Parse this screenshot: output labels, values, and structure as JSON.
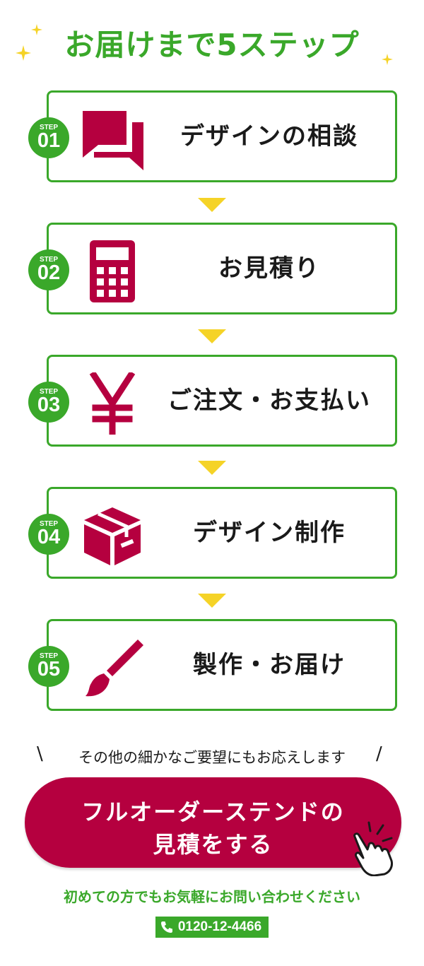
{
  "header": {
    "title": "お届けまで5ステップ"
  },
  "colors": {
    "green": "#3aa82a",
    "crimson": "#b5003f",
    "yellow": "#f5d327",
    "text": "#1a1a1a"
  },
  "steps": [
    {
      "badge_label": "STEP",
      "number": "01",
      "title": "デザインの相談",
      "icon": "chat-bubbles-icon"
    },
    {
      "badge_label": "STEP",
      "number": "02",
      "title": "お見積り",
      "icon": "calculator-icon"
    },
    {
      "badge_label": "STEP",
      "number": "03",
      "title": "ご注文・お支払い",
      "icon": "yen-icon"
    },
    {
      "badge_label": "STEP",
      "number": "04",
      "title": "デザイン制作",
      "icon": "package-box-icon"
    },
    {
      "badge_label": "STEP",
      "number": "05",
      "title": "製作・お届け",
      "icon": "paintbrush-icon"
    }
  ],
  "tagline": {
    "text": "その他の細かなご要望にもお応えします",
    "left": "\\",
    "right": "/"
  },
  "cta": {
    "line1": "フルオーダーステンドの",
    "line2": "見積をする",
    "icon": "pointing-hand-icon"
  },
  "footer": {
    "note": "初めての方でもお気軽にお問い合わせください",
    "phone": "0120-12-4466",
    "phone_icon": "phone-icon"
  }
}
